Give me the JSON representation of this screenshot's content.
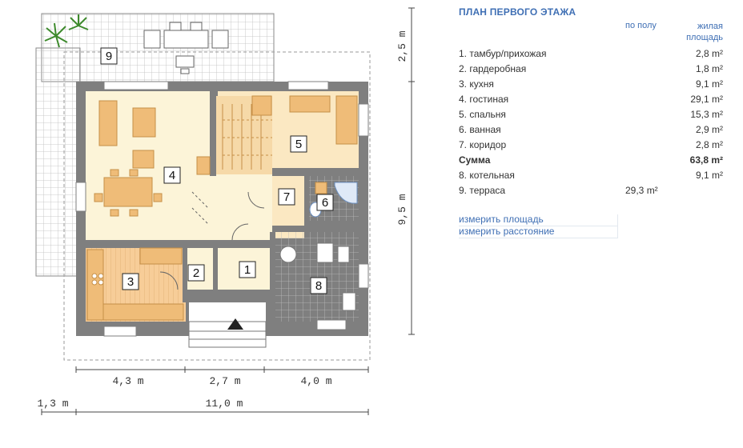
{
  "plan": {
    "dimensions": {
      "bottom_upper": [
        "4,3 m",
        "2,7 m",
        "4,0 m"
      ],
      "bottom_lower": [
        "1,3 m",
        "11,0 m"
      ],
      "right": [
        "2,5 m",
        "9,5 m"
      ]
    },
    "room_labels": [
      "1",
      "2",
      "3",
      "4",
      "5",
      "6",
      "7",
      "8",
      "9"
    ],
    "colors": {
      "wall": "#7f7f7f",
      "living": "#fcf4d8",
      "bedroom": "#fbe8c2",
      "kitchen_wood": "#f7c98f",
      "furniture": "#efbc78",
      "tile_grid": "#c8c8c8",
      "terrace_dash": "#9a9a9a"
    }
  },
  "panel": {
    "title": "ПЛАН ПЕРВОГО ЭТАЖА",
    "col_floor": "по полу",
    "col_living_line1": "жилая",
    "col_living_line2": "площадь",
    "rows": [
      {
        "name": "1. тамбур/прихожая",
        "floor": "",
        "living": "2,8 m²"
      },
      {
        "name": "2. гардеробная",
        "floor": "",
        "living": "1,8 m²"
      },
      {
        "name": "3. кухня",
        "floor": "",
        "living": "9,1 m²"
      },
      {
        "name": "4. гостиная",
        "floor": "",
        "living": "29,1 m²"
      },
      {
        "name": "5. спальня",
        "floor": "",
        "living": "15,3 m²"
      },
      {
        "name": "6. ванная",
        "floor": "",
        "living": "2,9 m²"
      },
      {
        "name": "7. коридор",
        "floor": "",
        "living": "2,8 m²"
      },
      {
        "name": "Сумма",
        "floor": "",
        "living": "63,8 m²",
        "bold": true
      },
      {
        "name": "8. котельная",
        "floor": "",
        "living": "9,1 m²"
      },
      {
        "name": "9. терраса",
        "floor": "29,3 m²",
        "living": ""
      }
    ],
    "link_area": "измерить площадь",
    "link_distance": "измерить расстояние"
  }
}
